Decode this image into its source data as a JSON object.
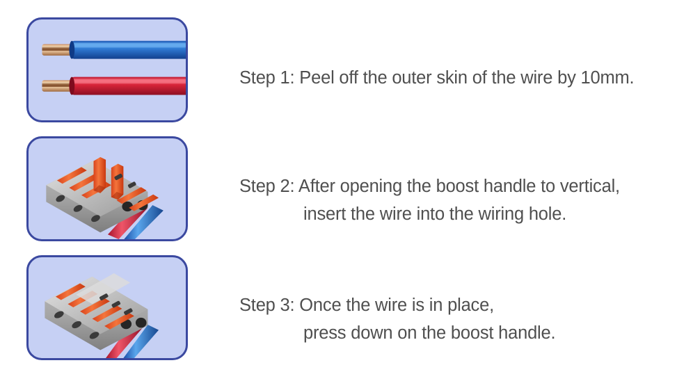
{
  "background_color": "#ffffff",
  "text_color": "#4f4f4f",
  "panel": {
    "fill_color": "#c6d0f4",
    "border_color": "#3b49a0"
  },
  "colors": {
    "wire_blue_light": "#4a9ae8",
    "wire_blue_dark": "#1b4fa8",
    "wire_red_light": "#e8485c",
    "wire_red_dark": "#a8142c",
    "copper_light": "#f0cda6",
    "copper_dark": "#a9673a",
    "connector_grey_light": "#d2d2d2",
    "connector_grey_mid": "#a6a6a6",
    "connector_grey_dark": "#7c7c7c",
    "lever_orange_light": "#f4753c",
    "lever_orange_dark": "#d8431c",
    "hole_dark": "#2b2b2b"
  },
  "steps": [
    {
      "id": "step-1",
      "label": "Step 1: Peel off the outer skin of the wire by 10mm.",
      "line_1": "Step 1: Peel off the outer skin of the wire by 10mm.",
      "line_2": "",
      "image_name": "stripped-wires-illustration",
      "image_alt": "Blue wire and red wire with outer insulation stripped exposing copper conductor"
    },
    {
      "id": "step-2",
      "label": "Step 2: After opening the boost handle to vertical, insert the wire into the wiring hole.",
      "line_1": "Step 2: After opening the boost handle to vertical,",
      "line_2": "insert the wire into the wiring hole.",
      "image_name": "connector-levers-open-illustration",
      "image_alt": "Grey lever connector with orange boost handles raised vertical and red and blue wires inserted"
    },
    {
      "id": "step-3",
      "label": "Step 3: Once the wire is in place, press down on the boost handle.",
      "line_1": "Step 3: Once the wire is in place,",
      "line_2": "press down on the boost handle.",
      "image_name": "connector-levers-closed-illustration",
      "image_alt": "Grey lever connector with all orange boost handles pressed flat and red and blue wires secured"
    }
  ]
}
